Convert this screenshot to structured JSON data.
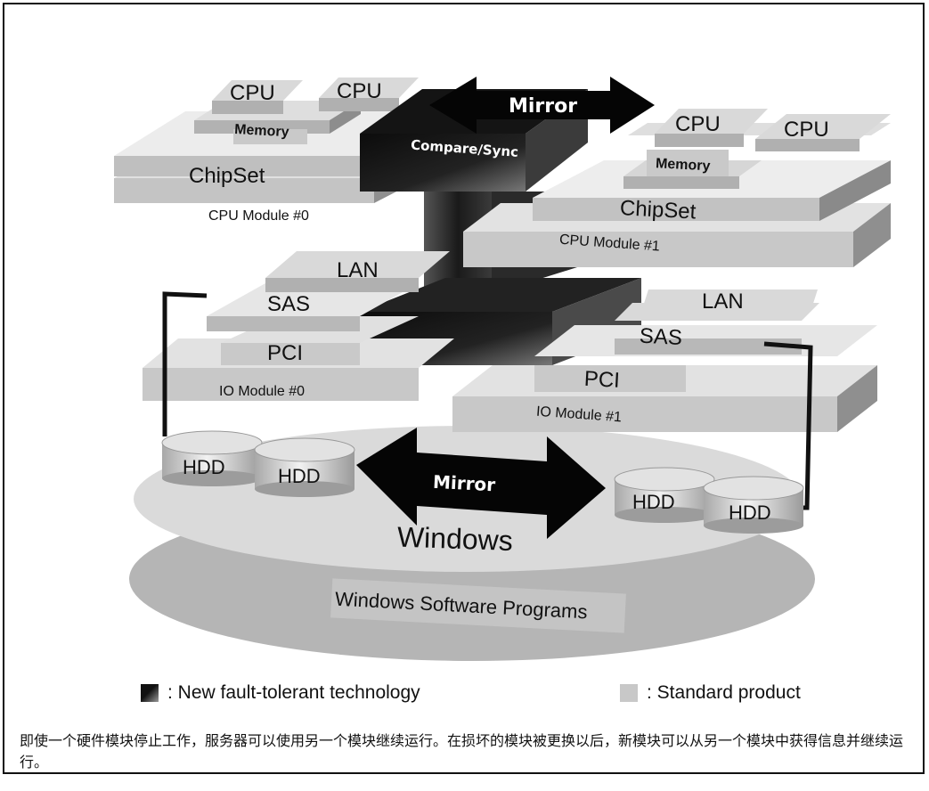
{
  "diagram": {
    "cpu_module_0": {
      "cpu_a": "CPU",
      "cpu_b": "CPU",
      "memory": "Memory",
      "chipset": "ChipSet",
      "label": "CPU Module #0"
    },
    "cpu_module_1": {
      "cpu_a": "CPU",
      "cpu_b": "CPU",
      "memory": "Memory",
      "chipset": "ChipSet",
      "label": "CPU Module #1"
    },
    "io_module_0": {
      "lan": "LAN",
      "sas": "SAS",
      "pci": "PCI",
      "label": "IO Module #0"
    },
    "io_module_1": {
      "lan": "LAN",
      "sas": "SAS",
      "pci": "PCI",
      "label": "IO Module #1"
    },
    "compare_sync": "Compare/Sync",
    "mirror_top": "Mirror",
    "mirror_bottom": "Mirror",
    "hdd_left": [
      "HDD",
      "HDD"
    ],
    "hdd_right": [
      "HDD",
      "HDD"
    ],
    "os": "Windows",
    "software": "Windows Software Programs"
  },
  "legend": {
    "new_tech": ": New fault-tolerant technology",
    "standard": ":  Standard product"
  },
  "caption": "即使一个硬件模块停止工作，服务器可以使用另一个模块继续运行。在损坏的模块被更换以后，新模块可以从另一个模块中获得信息并继续运行。"
}
